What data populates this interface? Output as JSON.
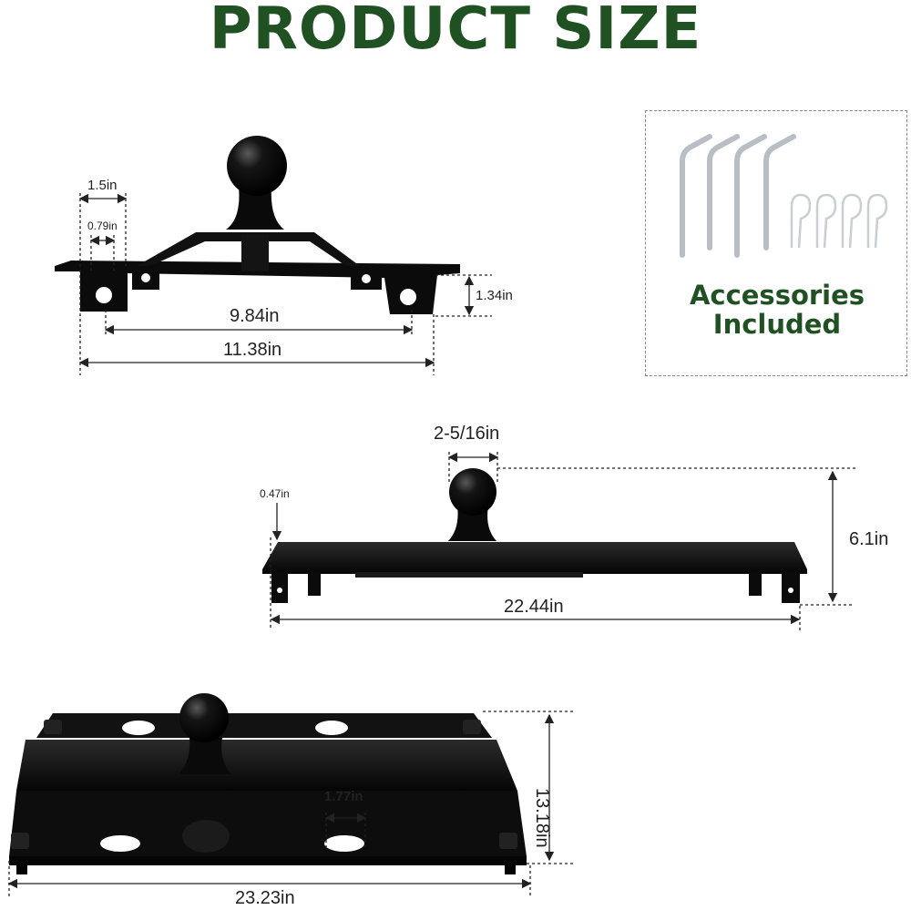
{
  "title": "PRODUCT SIZE",
  "accessories": {
    "line1": "Accessories",
    "line2": "Included",
    "icon": "pins-and-clips-icon"
  },
  "top_view": {
    "dim_width_mount": "1.5in",
    "dim_tab": "0.79in",
    "dim_height": "1.34in",
    "dim_inner": "9.84in",
    "dim_outer": "11.38in"
  },
  "side_view": {
    "dim_ball": "2-5/16in",
    "dim_plate": "0.47in",
    "dim_height": "6.1in",
    "dim_length": "22.44in"
  },
  "plate_view": {
    "dim_hole": "1.77in",
    "dim_depth": "13.18in",
    "dim_length": "23.23in"
  },
  "colors": {
    "title_green": "#1f5122",
    "hitch_black": "#0d0d0d",
    "dim_line": "#222222"
  }
}
